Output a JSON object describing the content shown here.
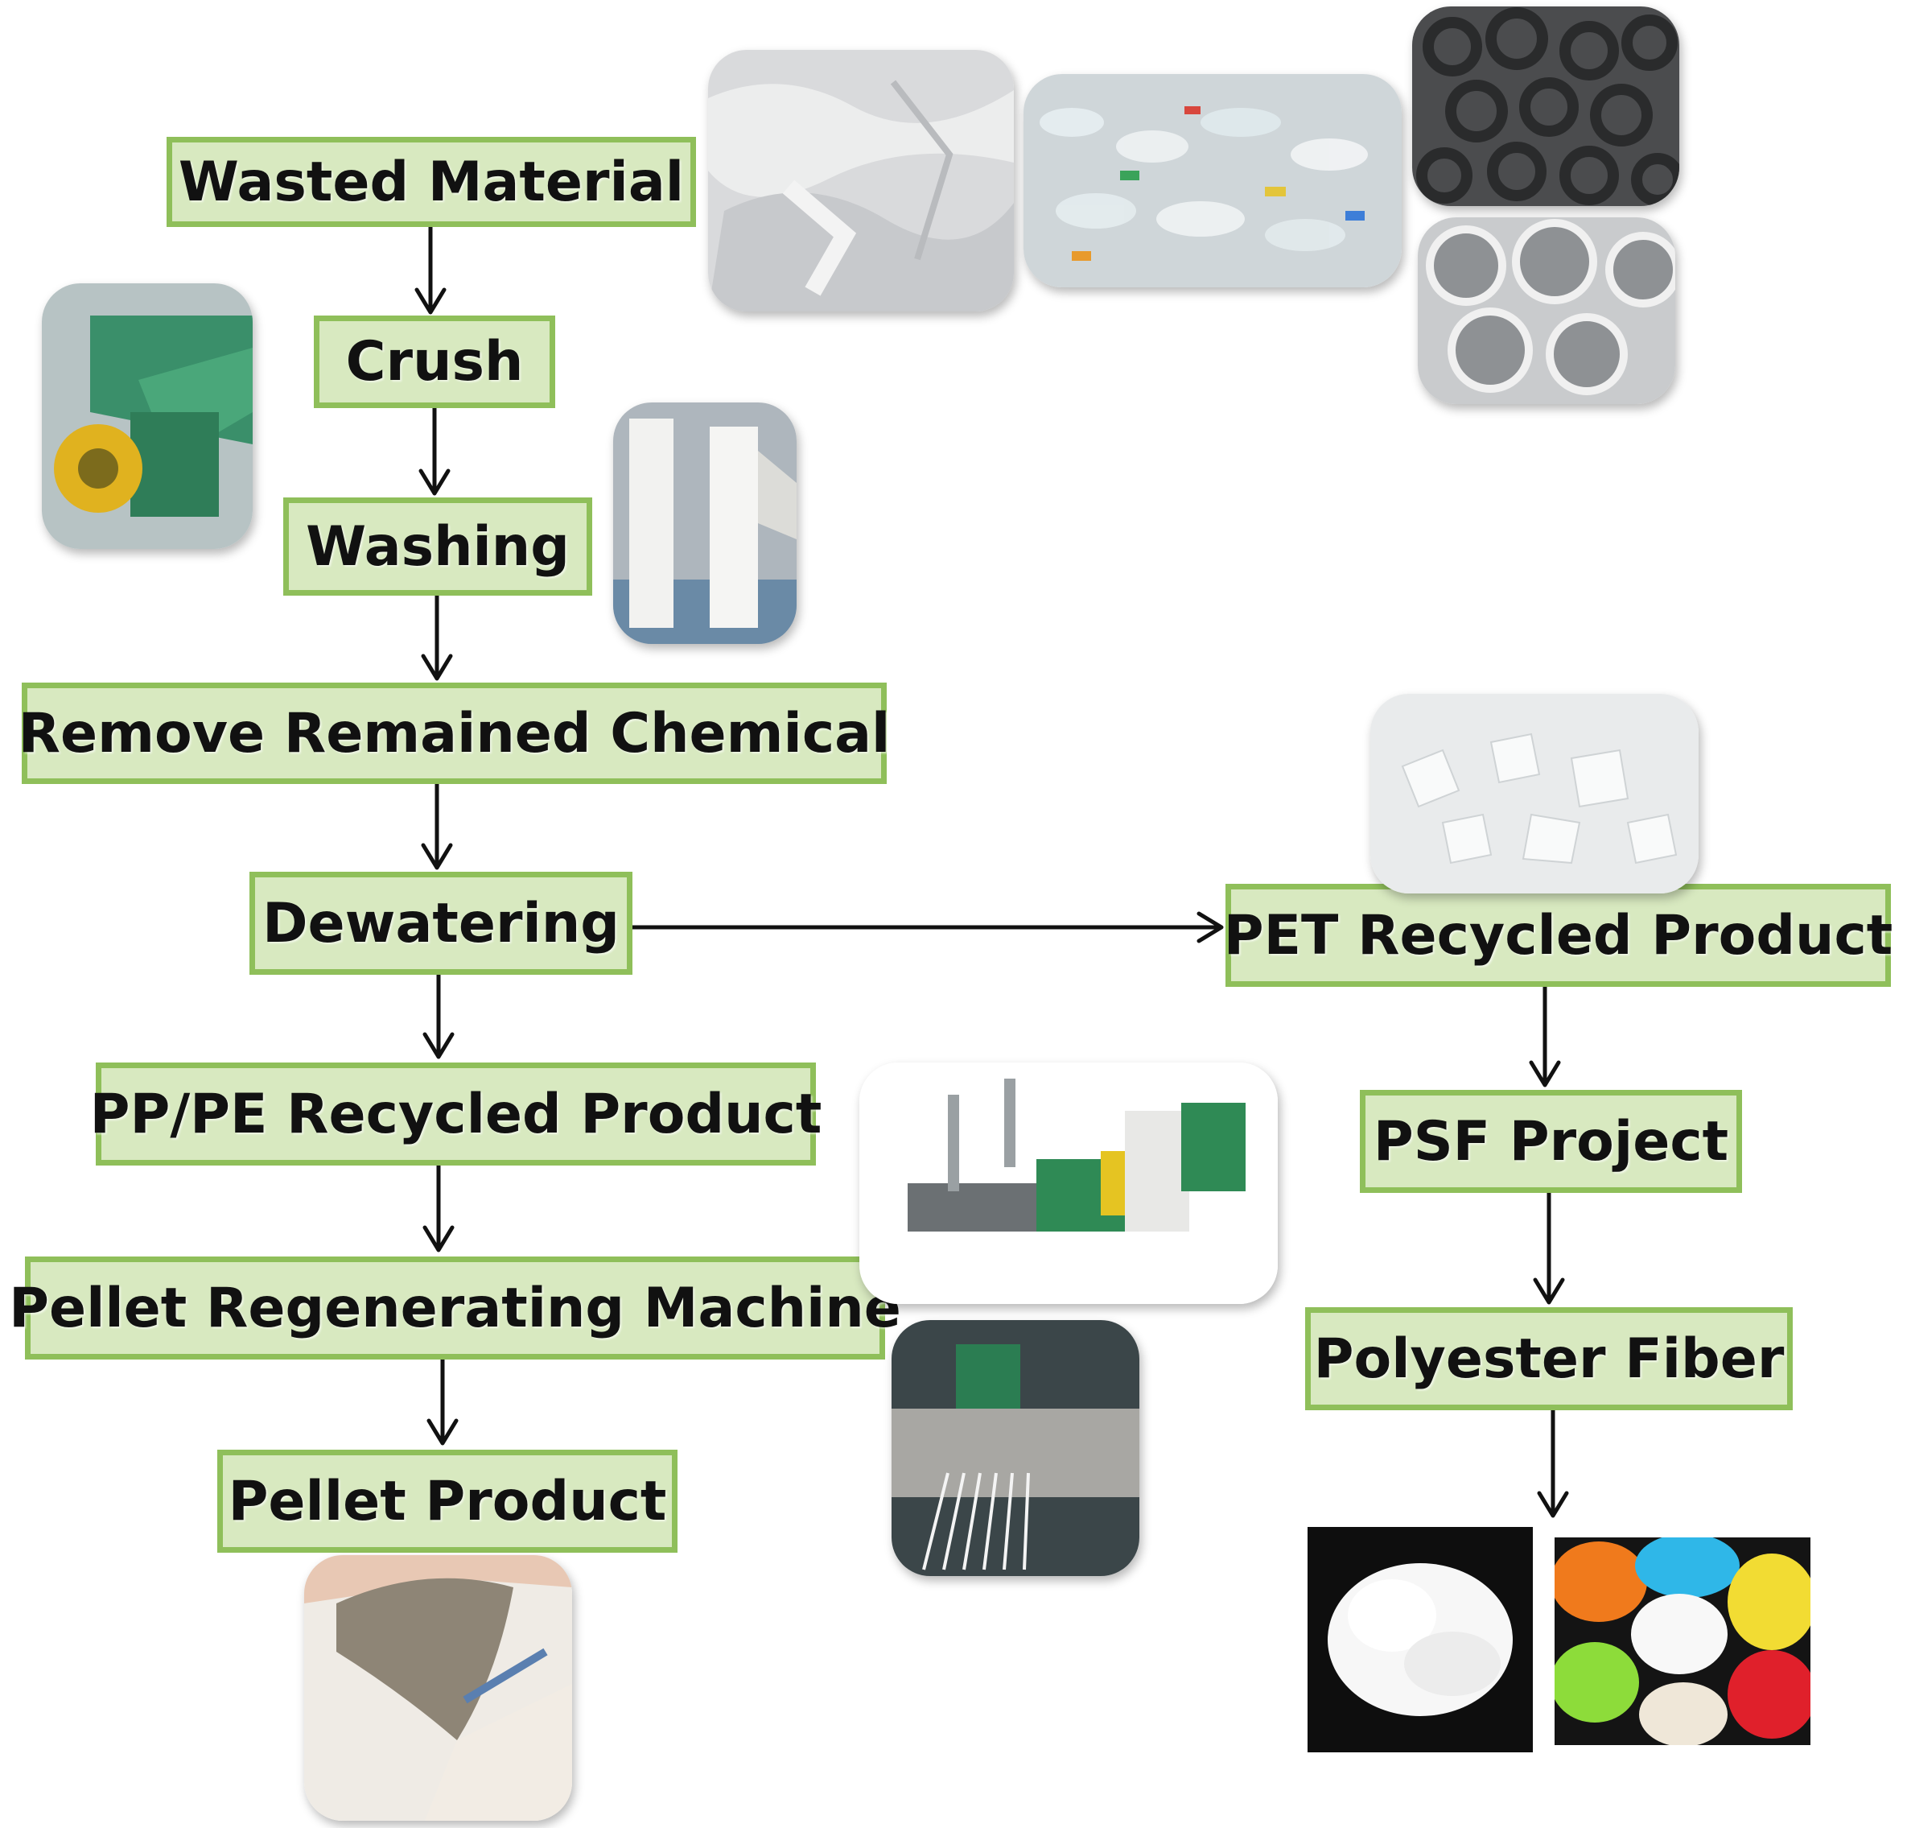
{
  "steps": {
    "wasted_material": "Wasted Material",
    "crush": "Crush",
    "washing": "Washing",
    "remove_chemical": "Remove Remained Chemical",
    "dewatering": "Dewatering",
    "ppe_product": "PP/PE Recycled Product",
    "pellet_machine": "Pellet Regenerating Machine",
    "pellet_product": "Pellet Product",
    "pet_product": "PET Recycled Product",
    "psf_project": "PSF Project",
    "polyester_fiber": "Polyester Fiber"
  },
  "photos": [
    "woven-plastic-bags-photo",
    "plastic-bottles-photo",
    "rubber-tires-photo",
    "white-pipes-photo",
    "crusher-machine-photo",
    "washing-tanks-photo",
    "pet-flakes-photo",
    "extruder-line-photo",
    "strand-die-photo",
    "pellet-bag-photo",
    "white-fiber-photo",
    "colored-fiber-photo"
  ],
  "colors": {
    "box_fill": "#d8e9c0",
    "box_border": "#8fbf5a",
    "arrow": "#111111"
  }
}
